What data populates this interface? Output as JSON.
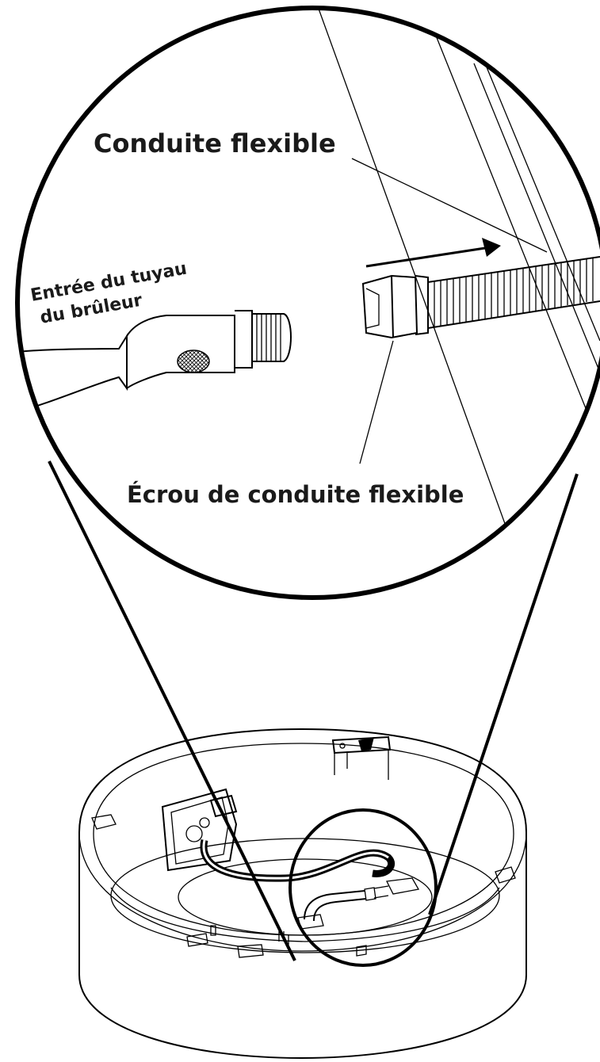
{
  "labels": {
    "flex_line": "Conduite flexible",
    "burner_inlet_line1": "Entrée du tuyau",
    "burner_inlet_line2": "du brûleur",
    "flex_nut": "Écrou de conduite flexible"
  },
  "colors": {
    "ink": "#000000",
    "label": "#1a1a1a",
    "background": "#ffffff"
  },
  "icons": [
    "arrow-right-icon"
  ]
}
